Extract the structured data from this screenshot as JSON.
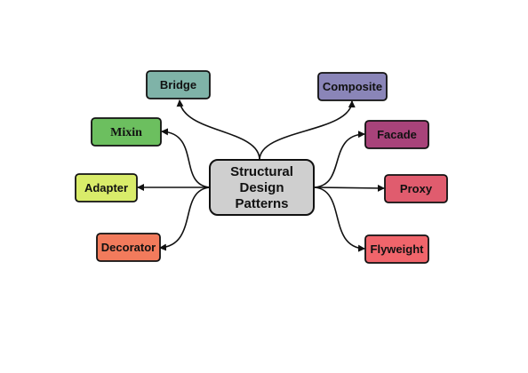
{
  "center": {
    "lines": [
      "Structural",
      "Design",
      "Patterns"
    ],
    "fill": "#cfcfcf"
  },
  "nodes": [
    {
      "id": "bridge",
      "label": "Bridge",
      "fill": "#7fb3a8"
    },
    {
      "id": "composite",
      "label": "Composite",
      "fill": "#8a85b8"
    },
    {
      "id": "mixin",
      "label": "Mixin",
      "fill": "#6cbf5f"
    },
    {
      "id": "facade",
      "label": "Facade",
      "fill": "#a8437a"
    },
    {
      "id": "adapter",
      "label": "Adapter",
      "fill": "#d9ec6a"
    },
    {
      "id": "proxy",
      "label": "Proxy",
      "fill": "#e05c6e"
    },
    {
      "id": "decorator",
      "label": "Decorator",
      "fill": "#f27b5c"
    },
    {
      "id": "flyweight",
      "label": "Flyweight",
      "fill": "#f0656b"
    }
  ]
}
